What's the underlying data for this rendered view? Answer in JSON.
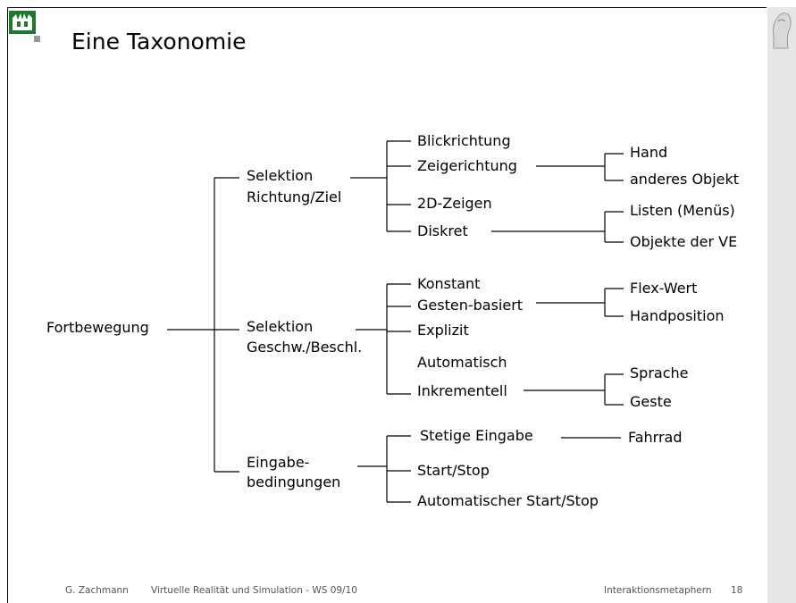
{
  "slide": {
    "title": "Eine Taxonomie",
    "footer_author": "G. Zachmann",
    "footer_course": "Virtuelle Realität und Simulation - WS 09/10",
    "footer_topic": "Interaktionsmetaphern",
    "page_number": "18"
  },
  "taxonomy": {
    "root": "Fortbewegung",
    "selektion_richtung": {
      "line1": "Selektion",
      "line2": "Richtung/Ziel",
      "children": {
        "blickrichtung": "Blickrichtung",
        "zeigerichtung": "Zeigerichtung",
        "zeigen_2d": "2D-Zeigen",
        "diskret": "Diskret"
      },
      "zeigerichtung_children": [
        "Hand",
        "anderes Objekt"
      ],
      "diskret_children": [
        "Listen (Menüs)",
        "Objekte der VE"
      ]
    },
    "selektion_geschw": {
      "line1": "Selektion",
      "line2": "Geschw./Beschl.",
      "children": {
        "konstant": "Konstant",
        "gesten": "Gesten-basiert",
        "explizit": "Explizit",
        "automatisch": "Automatisch",
        "inkrementell": "Inkrementell"
      },
      "gesten_children": [
        "Flex-Wert",
        "Handposition"
      ],
      "inkrementell_children": [
        "Sprache",
        "Geste"
      ]
    },
    "eingabe": {
      "line1": "Eingabe-",
      "line2": "bedingungen",
      "children": {
        "stetige": "Stetige Eingabe",
        "startstop": "Start/Stop",
        "auto_startstop": "Automatischer Start/Stop"
      },
      "stetige_children": [
        "Fahrrad"
      ]
    }
  }
}
